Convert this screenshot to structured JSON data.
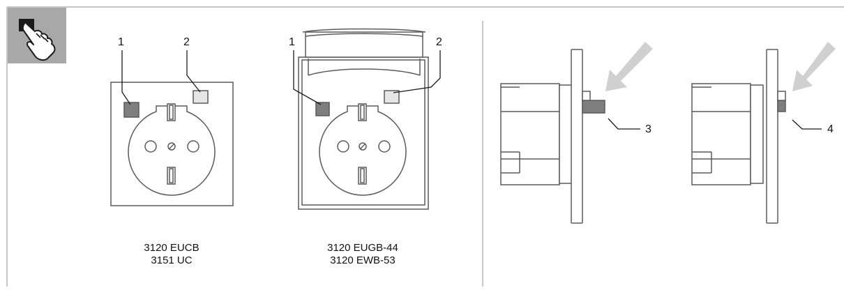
{
  "callouts": {
    "label_1": "1",
    "label_2": "2",
    "label_3": "3",
    "label_4": "4"
  },
  "captions": {
    "socket_a": [
      "3120 EUCB",
      "3151 UC"
    ],
    "socket_b": [
      "3120 EUGB-44",
      "3120 EWB-53"
    ]
  },
  "icons": {
    "corner": "hand-pressing-button-icon",
    "arrow": "press-direction-arrow-icon"
  },
  "colors": {
    "outline": "#5a5a5a",
    "frame_border": "#c6c6c6",
    "icon_bg": "#a8a8a8",
    "dark_button": "#7e7e7e",
    "light_button": "#e6e6e6",
    "arrow": "#d0d0d0"
  }
}
